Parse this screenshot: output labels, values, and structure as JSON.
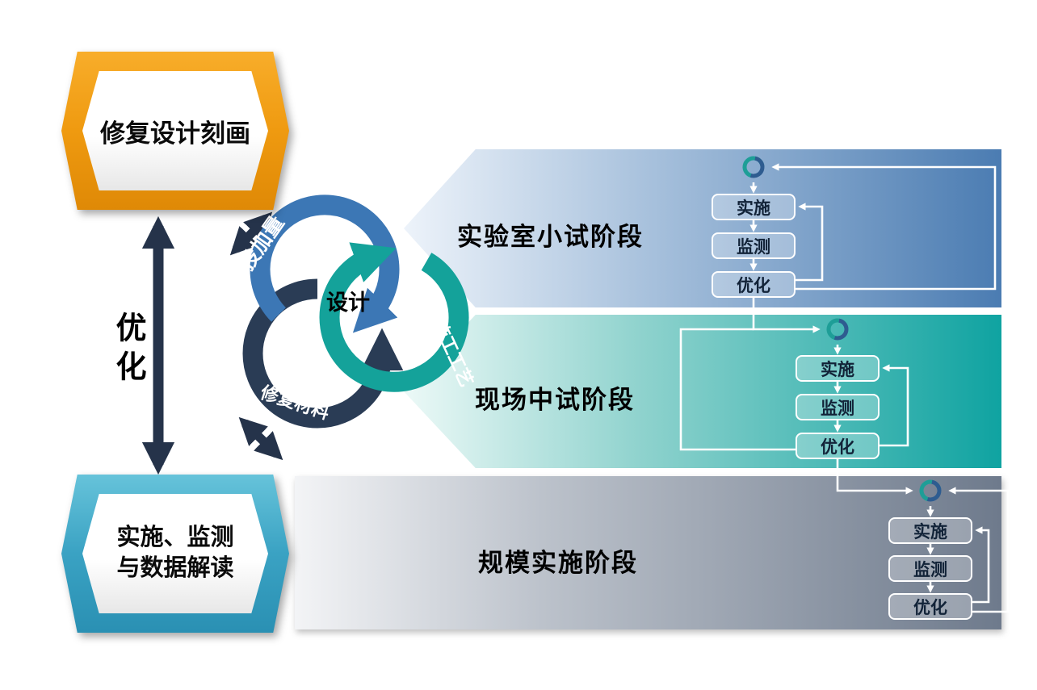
{
  "banners": {
    "top": {
      "label": "修复设计刻画"
    },
    "bottom": {
      "label_line1": "实施、监测",
      "label_line2": "与数据解读"
    }
  },
  "left_arrow_label": "优化",
  "cycle": {
    "center_label": "设计",
    "arc_labels": {
      "blue": "投加量",
      "teal": "施工工艺",
      "navy": "修复材料"
    },
    "colors": {
      "blue": "#3C77B5",
      "teal": "#14A29A",
      "navy": "#2A3C55"
    }
  },
  "stages": [
    {
      "label": "实验室小试阶段",
      "accent": "#4B7CB2",
      "steps": [
        "实施",
        "监测",
        "优化"
      ]
    },
    {
      "label": "现场中试阶段",
      "accent": "#0FA3A1",
      "steps": [
        "实施",
        "监测",
        "优化"
      ]
    },
    {
      "label": "规模实施阶段",
      "accent": "#6E7A8C",
      "steps": [
        "实施",
        "监测",
        "优化"
      ]
    }
  ]
}
